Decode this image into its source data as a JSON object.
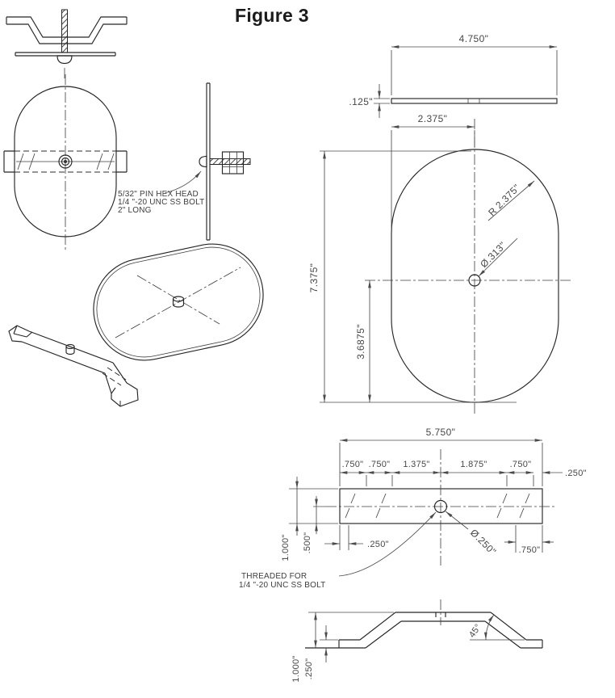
{
  "title": "Figure 3",
  "pin_note": {
    "line1": "5/32\" PIN HEX HEAD",
    "line2": "1/4 \"-20 UNC SS BOLT",
    "line3": "2\" LONG"
  },
  "thread_note": {
    "line1": "THREADED FOR",
    "line2": "1/4 \"-20 UNC SS BOLT"
  },
  "plate_side": {
    "width": "4.750\"",
    "thickness": ".125\""
  },
  "plate_face": {
    "half_width": "2.375\"",
    "height": "7.375\"",
    "hole_height": "3.6875\"",
    "radius": "R 2.375\"",
    "hole_dia": "Ø.313\""
  },
  "bracket_top": {
    "overall": "5.750\"",
    "seg1": ".750\"",
    "seg2": ".750\"",
    "seg3": "1.375\"",
    "seg4": "1.875\"",
    "seg5": ".750\"",
    "end_offset": ".250\"",
    "inset": ".250\"",
    "half": ".500\"",
    "height": "1.000\"",
    "hole_dia": "Ø.250\"",
    "foot": ".750\""
  },
  "bracket_profile": {
    "angle": "45°",
    "height": "1.000\"",
    "thickness": ".250\""
  }
}
